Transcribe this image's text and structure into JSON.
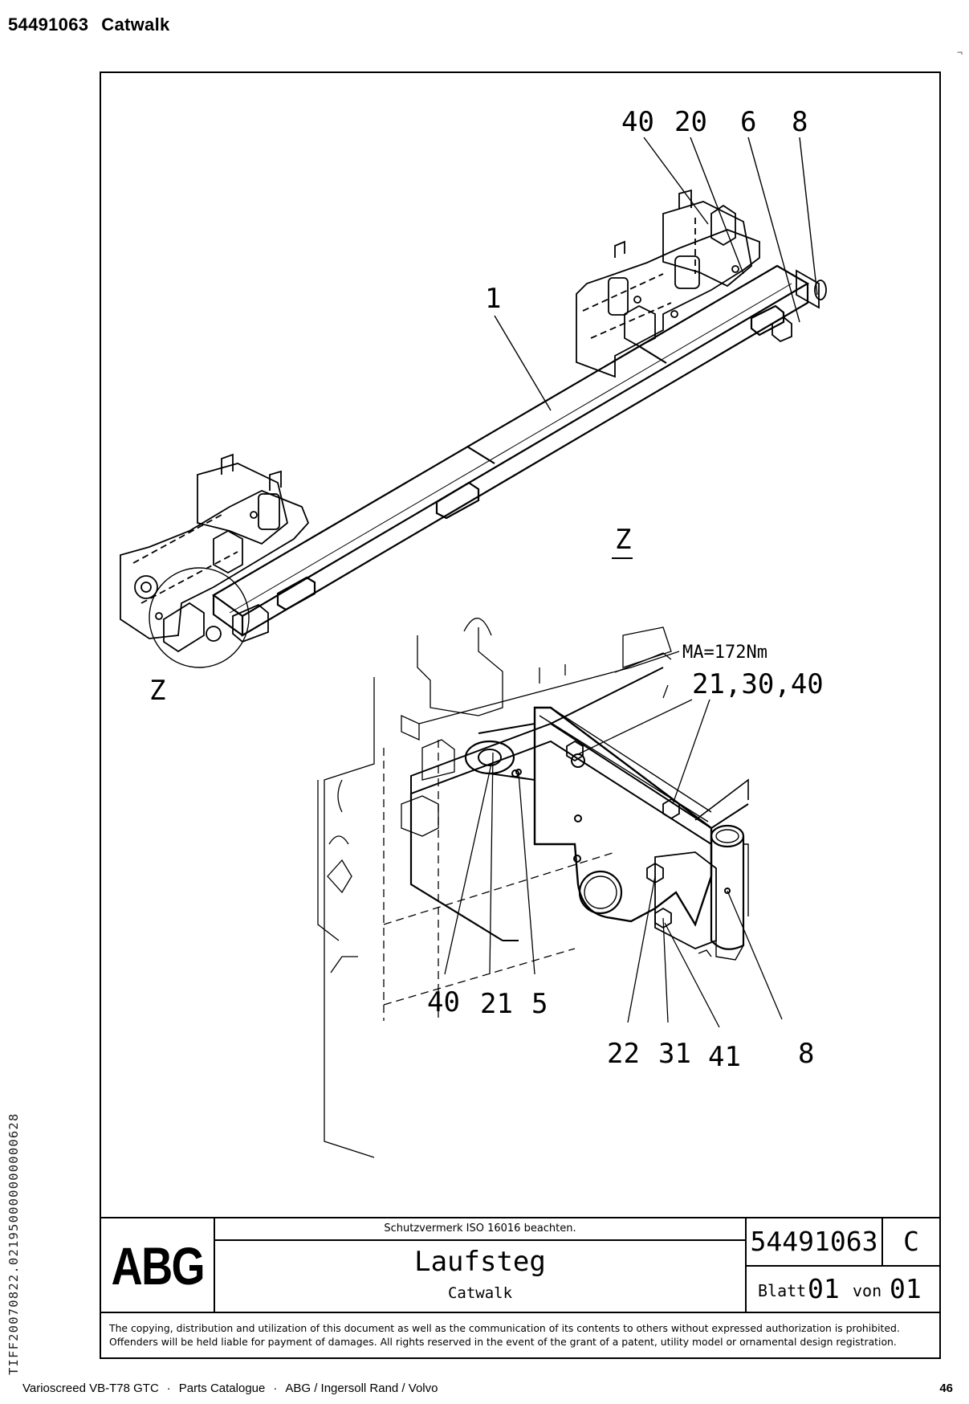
{
  "header": {
    "part_number": "54491063",
    "title": "Catwalk"
  },
  "drawing": {
    "callouts_top": [
      "40",
      "20",
      "6",
      "8"
    ],
    "callout_main": "1",
    "view_label": "Z",
    "detail_label": "Z",
    "torque_note": "MA=172Nm",
    "torque_parts": "21,30,40",
    "callouts_mid": [
      "40",
      "21",
      "5"
    ],
    "callouts_bottom": [
      "22",
      "31",
      "41",
      "8"
    ]
  },
  "title_block": {
    "logo": "ABG",
    "protection_note": "Schutzvermerk ISO 16016 beachten.",
    "title_de": "Laufsteg",
    "title_en": "Catwalk",
    "drawing_number": "54491063",
    "revision": "C",
    "sheet_label": "Blatt",
    "sheet_number": "01",
    "of_label": "von",
    "sheet_total": "01"
  },
  "copyright_text": "The copying, distribution and utilization of this document as well as the communication of its contents to others without expressed authorization is prohibited. Offenders will be held liable for payment of damages. All rights reserved in the event of the grant of a patent, utility model or ornamental design registration.",
  "side_code": "TIFF20070822.021950000000000628",
  "footer": {
    "product": "Varioscreed VB-T78 GTC",
    "doc_type": "Parts Catalogue",
    "maker": "ABG / Ingersoll Rand / Volvo",
    "page": "46"
  }
}
